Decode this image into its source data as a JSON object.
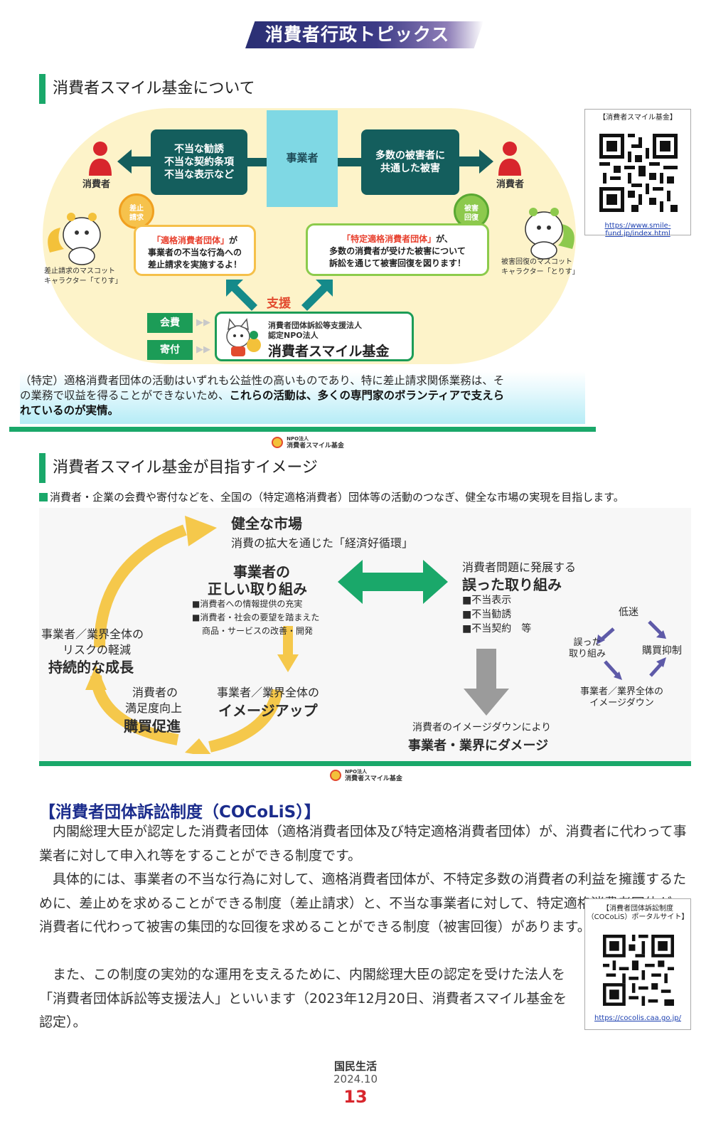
{
  "header": {
    "banner": "消費者行政トピックス"
  },
  "section1": {
    "title": "消費者スマイル基金について",
    "left_box": [
      "不当な勧誘",
      "不当な契約条項",
      "不当な表示など"
    ],
    "center_box": "事業者",
    "right_box": [
      "多数の被害者に",
      "共通した被害"
    ],
    "consumer_left": "消費者",
    "consumer_right": "消費者",
    "badge_left": [
      "差止",
      "請求"
    ],
    "badge_right": [
      "被害",
      "回復"
    ],
    "speech_left": {
      "org": "「適格消費者団体」",
      "rest1": "が",
      "line2": "事業者の不当な行為への",
      "line3": "差止請求を実施するよ！"
    },
    "speech_right": {
      "org": "「特定適格消費者団体」",
      "rest1": "が、",
      "line2": "多数の消費者が受けた被害について",
      "line3": "訴訟を通じて被害回復を図ります！"
    },
    "mascot_left": [
      "差止請求のマスコット",
      "キャラクター「てりす」"
    ],
    "mascot_right": [
      "被害回復のマスコット",
      "キャラクター「とりす」"
    ],
    "support": "支援",
    "fee": "会費",
    "donation": "寄付",
    "fund_sub1": "消費者団体訴訟等支援法人",
    "fund_sub2": "認定NPO法人",
    "fund_name": "消費者スマイル基金"
  },
  "qr1": {
    "title": "【消費者スマイル基金】",
    "url": "https://www.smile-fund.jp/index.html"
  },
  "note": {
    "line1": "（特定）適格消費者団体の活動はいずれも公益性の高いものであり、特に差止請求関係業務は、そ",
    "line2_normal": "の業務で収益を得ることができないため、",
    "line2_bold": "これらの活動は、多くの専門家のボランティアで支えら",
    "line3_bold": "れているのが実情。"
  },
  "small_logo": {
    "top": "NPO法人",
    "name": "消費者スマイル基金"
  },
  "section2": {
    "title": "消費者スマイル基金が目指すイメージ",
    "intro": "消費者・企業の会費や寄付などを、全国の（特定適格消費者）団体等の活動のつなぎ、健全な市場の実現を目指します。",
    "market_title": "健全な市場",
    "market_sub": "消費の拡大を通じた「経済好循環」",
    "right_effort_title": "事業者の",
    "right_effort_title2": "正しい取り組み",
    "right_effort_items": [
      "■消費者への情報提供の充実",
      "■消費者・社会の要望を踏まえた",
      "商品・サービスの改善・開発"
    ],
    "risk1": "事業者／業界全体の",
    "risk2": "リスクの軽減",
    "risk3": "持続的な成長",
    "sat1": "消費者の",
    "sat2": "満足度向上",
    "sat3": "購買促進",
    "img1": "事業者／業界全体の",
    "img2": "イメージアップ",
    "wrong_sub": "消費者問題に発展する",
    "wrong_title": "誤った取り組み",
    "wrong_items": [
      "■不当表示",
      "■不当勧誘",
      "■不当契約　等"
    ],
    "cycle_top": "低迷",
    "cycle_left1": "誤った",
    "cycle_left2": "取り組み",
    "cycle_right": "購買抑制",
    "cycle_bottom1": "事業者／業界全体の",
    "cycle_bottom2": "イメージダウン",
    "down_sub": "消費者のイメージダウンにより",
    "down_title": "事業者・業界にダメージ"
  },
  "section3": {
    "title": "【消費者団体訴訟制度（COCoLiS）】",
    "para1": "　内閣総理大臣が認定した消費者団体（適格消費者団体及び特定適格消費者団体）が、消費者に代わって事業者に対して申入れ等をすることができる制度です。",
    "para2": "　具体的には、事業者の不当な行為に対して、適格消費者団体が、不特定多数の消費者の利益を擁護するために、差止めを求めることができる制度（差止請求）と、不当な事業者に対して、特定適格消費者団体が、消費者に代わって被害の集団的な回復を求めることができる制度（被害回復）があります。",
    "para3": "　また、この制度の実効的な運用を支えるために、内閣総理大臣の認定を受けた法人を「消費者団体訴訟等支援法人」といいます（2023年12月20日、消費者スマイル基金を認定）。"
  },
  "qr2": {
    "title1": "【消費者団体訴訟制度",
    "title2": "（COCoLiS）ポータルサイト】",
    "url": "https://cocolis.caa.go.jp/"
  },
  "footer": {
    "magazine": "国民生活",
    "issue": "2024.10",
    "page": "13"
  }
}
